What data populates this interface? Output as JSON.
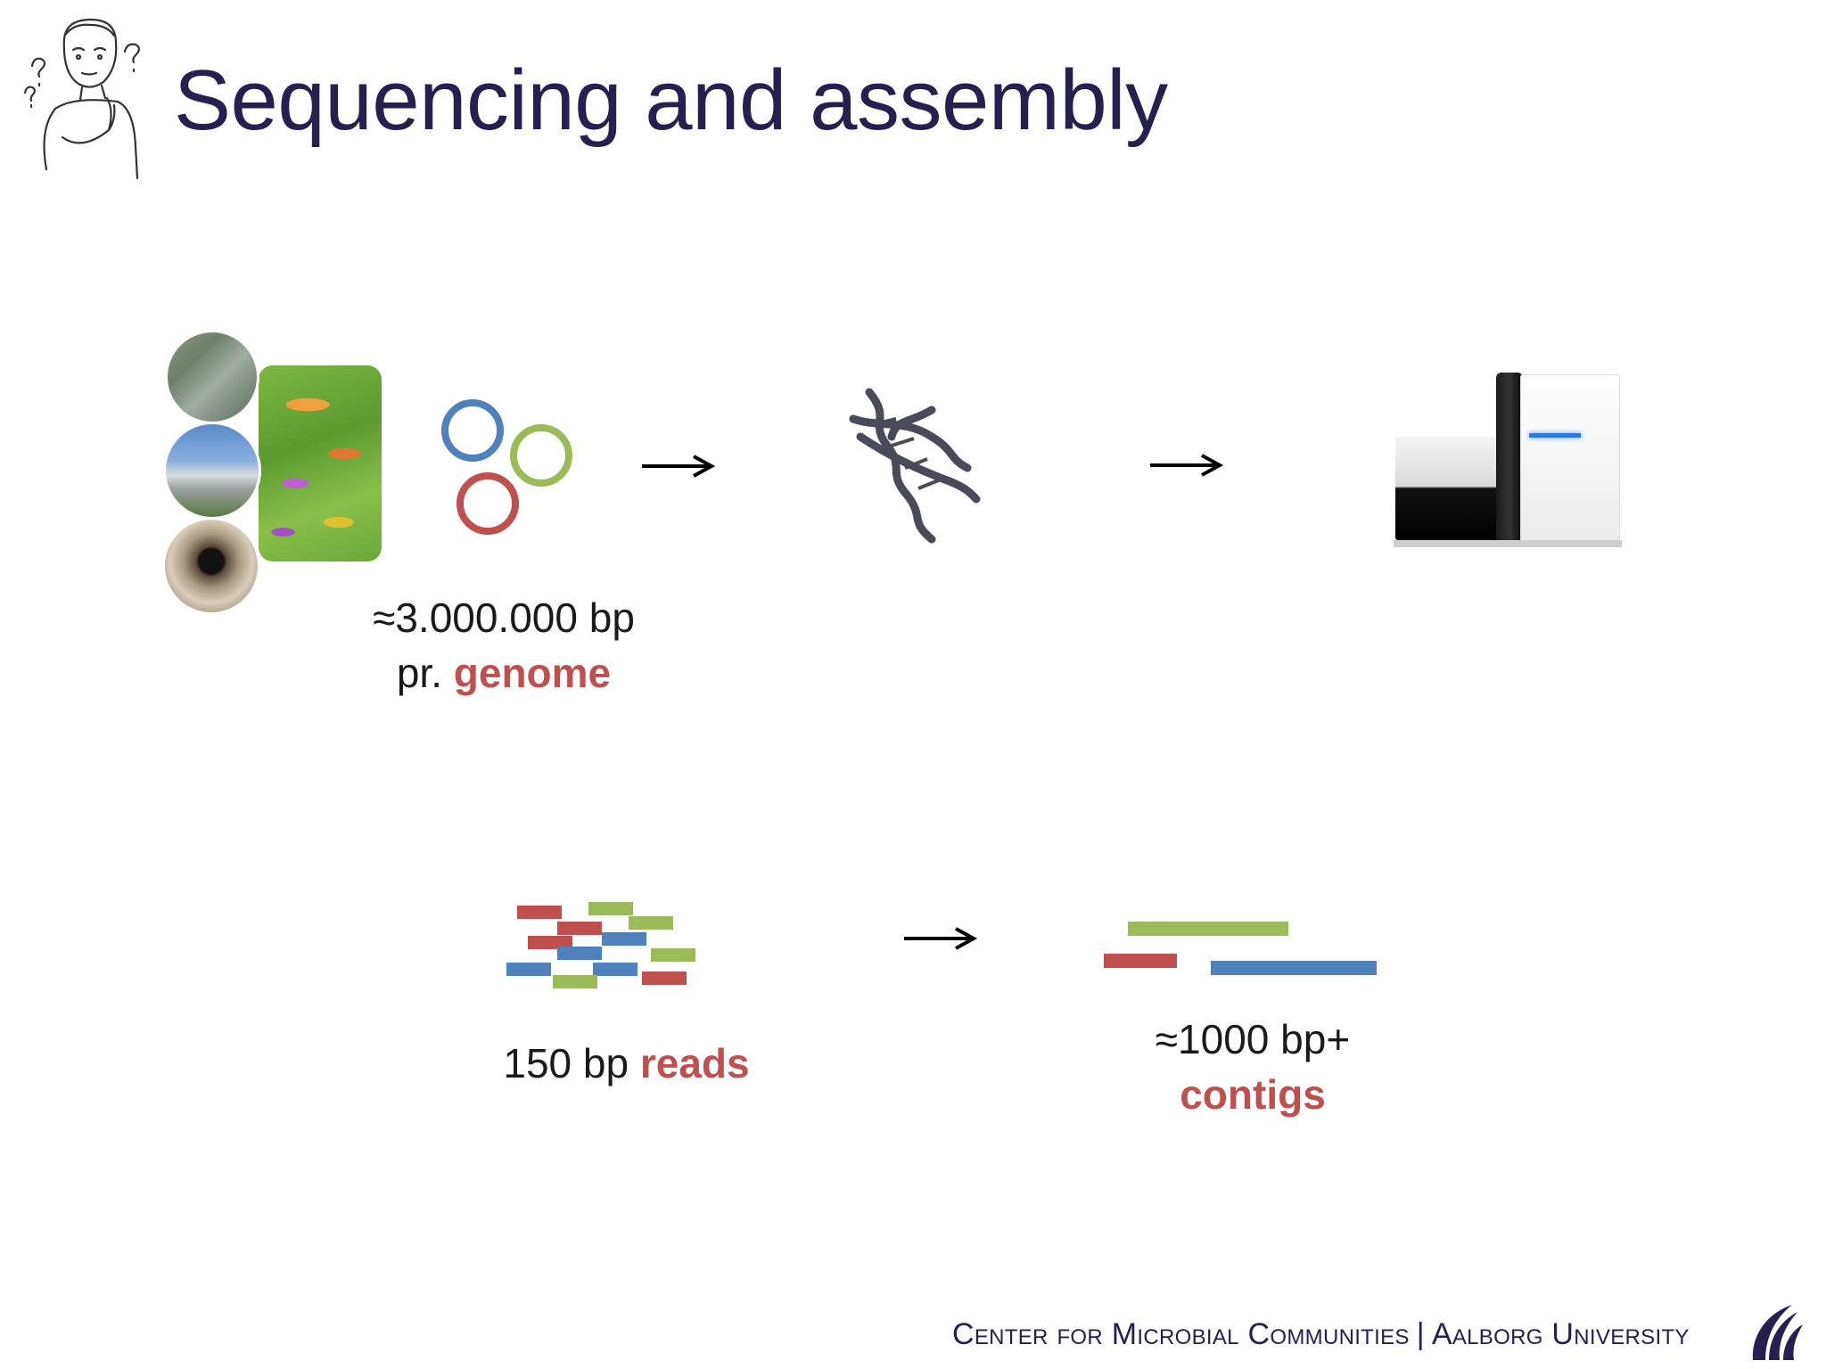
{
  "slide": {
    "title": "Sequencing and assembly"
  },
  "genome": {
    "size_label": "≈3.000.000 bp",
    "prefix": "pr.",
    "term": "genome"
  },
  "reads": {
    "size_label": "150 bp",
    "term": "reads"
  },
  "contigs": {
    "size_label": "≈1000 bp+",
    "term": "contigs"
  },
  "footer": {
    "org": "Center for Microbial Communities",
    "separator": "|",
    "university": "Aalborg University"
  },
  "colors": {
    "title": "#25204f",
    "accent_red": "#c0504d",
    "blue": "#4f81bd",
    "green": "#9bbb59",
    "red": "#c0504d"
  },
  "icons": [
    "thinking-person-icon",
    "sample-images",
    "plasmid-rings-icon",
    "arrow-right-icon",
    "dna-helix-icon",
    "sequencer-machine-icon",
    "reads-fragments-icon",
    "contigs-bars-icon",
    "aau-logo-icon"
  ]
}
